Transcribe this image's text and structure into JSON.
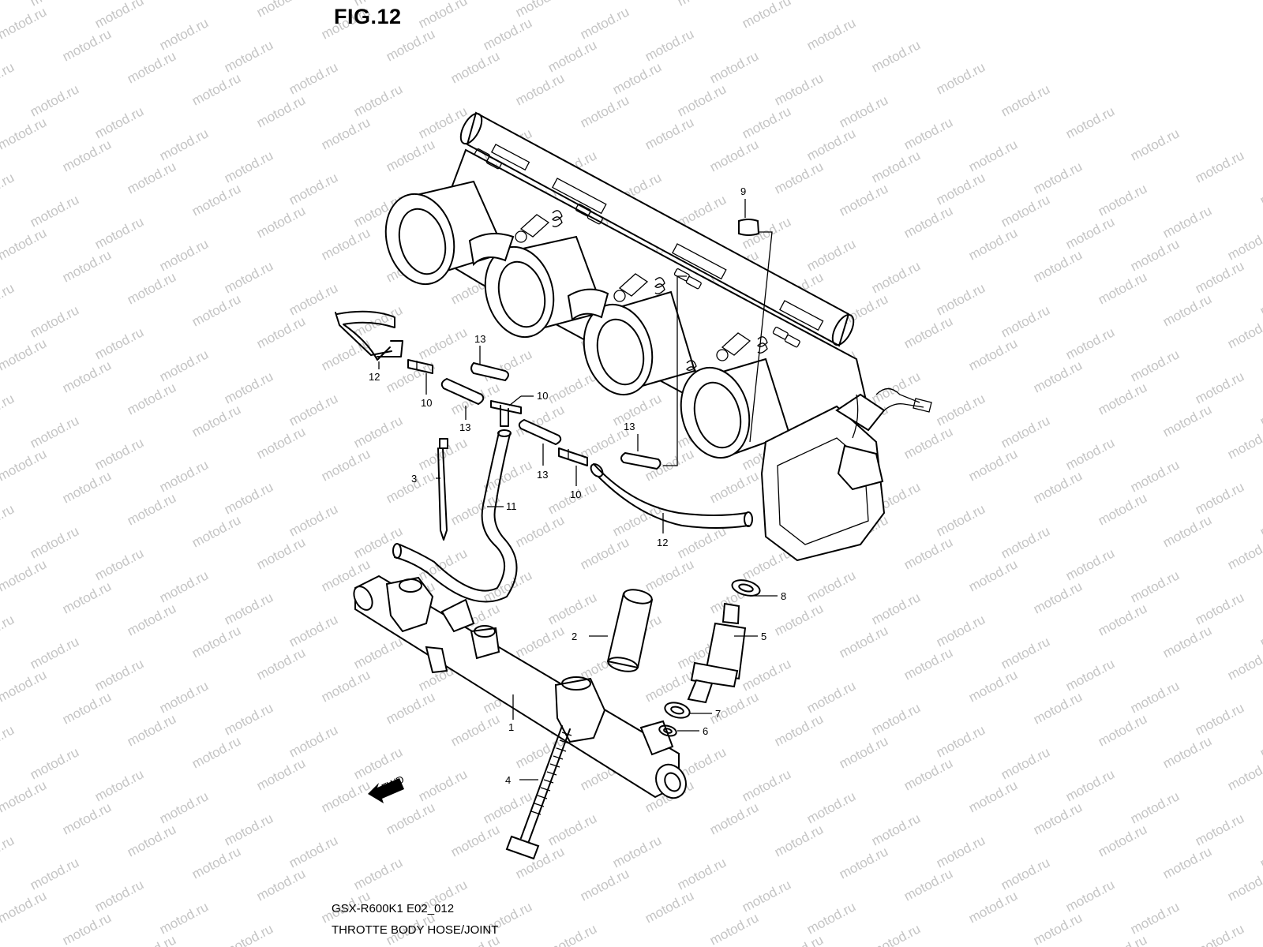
{
  "figure_title": "FIG.12",
  "watermark_text": "motod.ru",
  "fwd_label": "FWD",
  "footer": {
    "model_code": "GSX-R600K1 E02_012",
    "caption": "THROTTE BODY HOSE/JOINT"
  },
  "callouts": [
    {
      "id": "c9",
      "label": "9"
    },
    {
      "id": "c13a",
      "label": "13"
    },
    {
      "id": "c12a",
      "label": "12"
    },
    {
      "id": "c10a",
      "label": "10"
    },
    {
      "id": "c13b",
      "label": "13"
    },
    {
      "id": "c10b",
      "label": "10"
    },
    {
      "id": "c13c",
      "label": "13"
    },
    {
      "id": "c3",
      "label": "3"
    },
    {
      "id": "c11",
      "label": "11"
    },
    {
      "id": "c13d",
      "label": "13"
    },
    {
      "id": "c10c",
      "label": "10"
    },
    {
      "id": "c12b",
      "label": "12"
    },
    {
      "id": "c8",
      "label": "8"
    },
    {
      "id": "c5",
      "label": "5"
    },
    {
      "id": "c2",
      "label": "2"
    },
    {
      "id": "c7",
      "label": "7"
    },
    {
      "id": "c6",
      "label": "6"
    },
    {
      "id": "c1",
      "label": "1"
    },
    {
      "id": "c4",
      "label": "4"
    }
  ]
}
